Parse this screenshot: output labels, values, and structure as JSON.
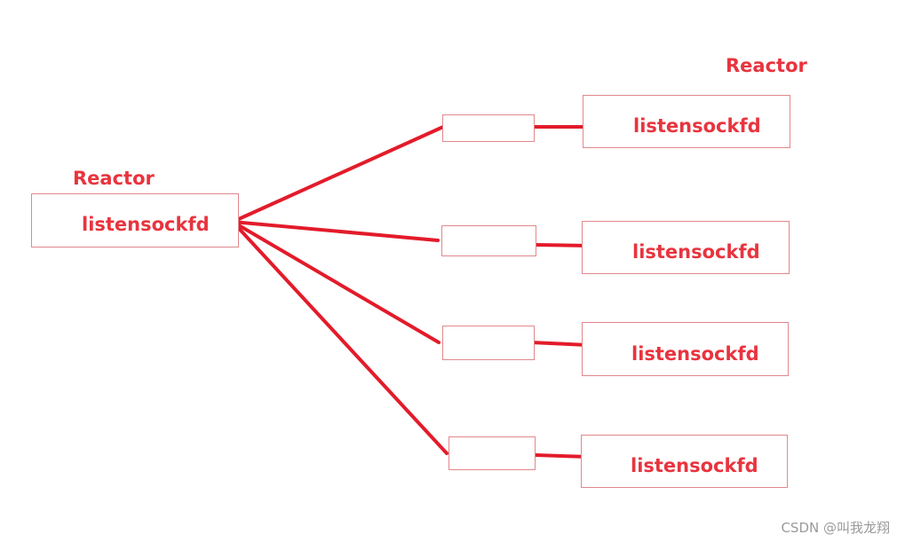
{
  "main_reactor": {
    "title": "Reactor",
    "box_label": "listensockfd"
  },
  "sub_reactors": {
    "title": "Reactor",
    "boxes": [
      {
        "label": "listensockfd"
      },
      {
        "label": "listensockfd"
      },
      {
        "label": "listensockfd"
      },
      {
        "label": "listensockfd"
      }
    ]
  },
  "watermark": "CSDN @叫我龙翔",
  "colors": {
    "line": "#e31b2a",
    "text": "#e8343e",
    "box_border": "#e2888c"
  }
}
